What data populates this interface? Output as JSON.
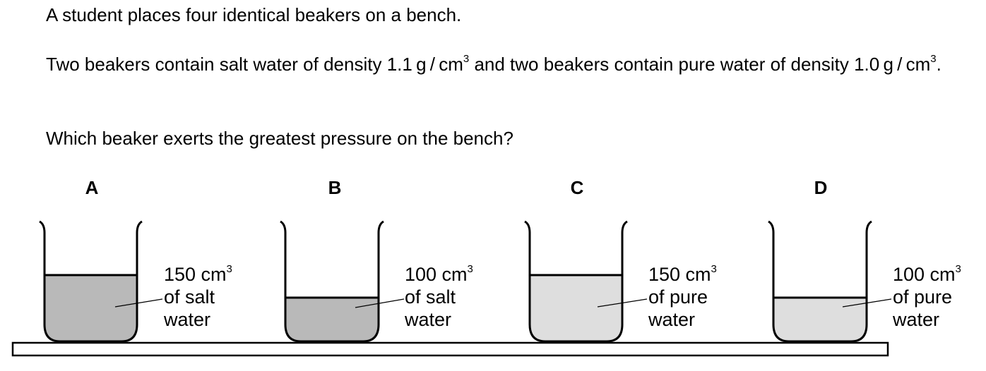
{
  "question": {
    "line1": "A student places four identical beakers on a bench.",
    "line2_a": "Two beakers contain salt water of density 1.1",
    "line2_b": "g",
    "line2_c": "/",
    "line2_d": "cm",
    "line2_e": " and two beakers contain pure water of density 1.0",
    "line2_f": "g",
    "line2_g": "/",
    "line2_h": "cm",
    "line2_i": ".",
    "sup": "3",
    "line3": "Which beaker exerts the greatest pressure on the bench?"
  },
  "beakers": [
    {
      "letter": "A",
      "volume": "150 cm",
      "sup": "3",
      "line2": "of salt",
      "line3": "water",
      "liquid": "salt water",
      "fill_color": "#b9b9b9"
    },
    {
      "letter": "B",
      "volume": "100 cm",
      "sup": "3",
      "line2": "of salt",
      "line3": "water",
      "liquid": "salt water",
      "fill_color": "#b9b9b9"
    },
    {
      "letter": "C",
      "volume": "150 cm",
      "sup": "3",
      "line2": "of pure",
      "line3": "water",
      "liquid": "pure water",
      "fill_color": "#dedede"
    },
    {
      "letter": "D",
      "volume": "100 cm",
      "sup": "3",
      "line2": "of pure",
      "line3": "water",
      "liquid": "pure water",
      "fill_color": "#dedede"
    }
  ]
}
